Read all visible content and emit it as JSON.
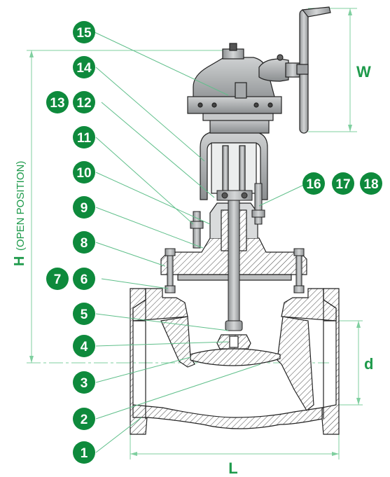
{
  "colors": {
    "accent": "#1e9a4b",
    "callout_fill": "#0e8a3c",
    "leader": "#5fbf8a",
    "metal": "#b9bcbd",
    "outline": "#333333"
  },
  "callouts": [
    "15",
    "14",
    "13",
    "12",
    "11",
    "10",
    "9",
    "8",
    "7",
    "6",
    "5",
    "4",
    "3",
    "2",
    "1",
    "16",
    "17",
    "18"
  ],
  "dimensions": {
    "height_label": "H",
    "height_note": "(OPEN POSITION)",
    "handwheel_label": "W",
    "bore_label": "d",
    "length_label": "L"
  }
}
